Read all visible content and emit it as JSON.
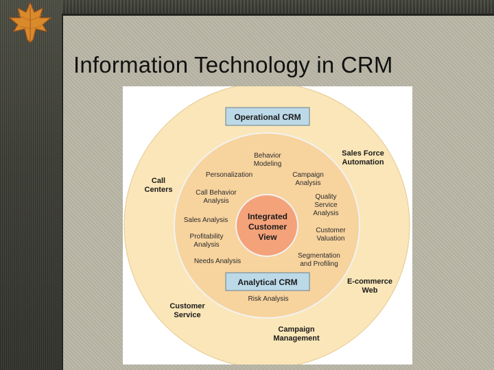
{
  "slide": {
    "title": "Information Technology in CRM"
  },
  "diagram": {
    "operational_box": "Operational CRM",
    "analytical_box": "Analytical CRM",
    "center": [
      "Integrated",
      "Customer",
      "View"
    ],
    "outer_labels": {
      "call_centers": [
        "Call",
        "Centers"
      ],
      "sales_force": [
        "Sales Force",
        "Automation"
      ],
      "ecommerce": [
        "E-commerce",
        "Web"
      ],
      "customer_service": [
        "Customer",
        "Service"
      ],
      "campaign_mgmt": [
        "Campaign",
        "Management"
      ]
    },
    "middle_labels": {
      "behavior_modeling": [
        "Behavior",
        "Modeling"
      ],
      "personalization": [
        "Personalization"
      ],
      "campaign_analysis": [
        "Campaign",
        "Analysis"
      ],
      "call_behavior": [
        "Call Behavior",
        "Analysis"
      ],
      "quality_service": [
        "Quality",
        "Service",
        "Analysis"
      ],
      "sales_analysis": [
        "Sales Analysis"
      ],
      "customer_valuation": [
        "Customer",
        "Valuation"
      ],
      "profitability": [
        "Profitability",
        "Analysis"
      ],
      "segmentation": [
        "Segmentation",
        "and Profiling"
      ],
      "needs_analysis": [
        "Needs Analysis"
      ],
      "risk_analysis": [
        "Risk Analysis"
      ]
    },
    "colors": {
      "outer_ring": "#fae6b8",
      "middle_ring": "#f7d39e",
      "center": "#f4a27a",
      "box_fill": "#bcd9e8",
      "box_border": "#7a8f96"
    }
  }
}
